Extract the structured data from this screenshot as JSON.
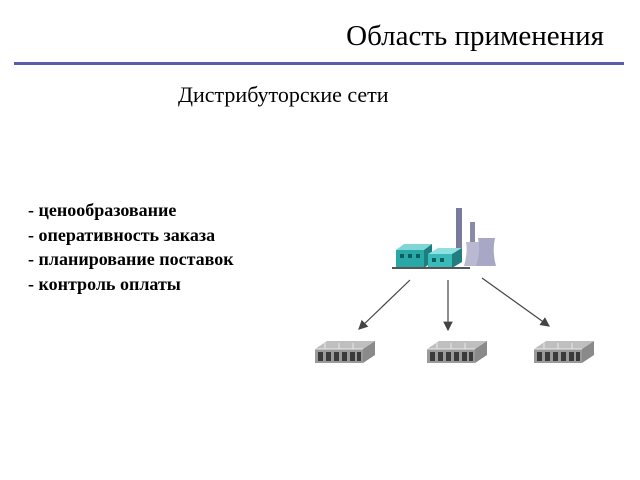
{
  "slide": {
    "title": "Область применения",
    "subtitle": "Дистрибуторские сети"
  },
  "bullets": [
    "- ценообразование",
    "- оперативность заказа",
    "- планирование поставок",
    "- контроль оплаты"
  ],
  "diagram": {
    "source": "factory-icon",
    "targets": [
      "warehouse-icon",
      "warehouse-icon",
      "warehouse-icon"
    ]
  },
  "colors": {
    "rule": "#5b5ea6",
    "factory": "#2aa8a8",
    "warehouse": "#6a6a6a"
  }
}
